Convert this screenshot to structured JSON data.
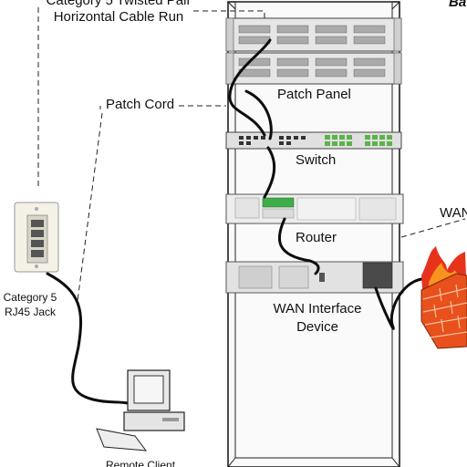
{
  "labels": {
    "cable_run_line1": "Category 5 Twisted Pair",
    "cable_run_line2": "Horizontal Cable Run",
    "patch_cord": "Patch Cord",
    "patch_panel": "Patch Panel",
    "switch": "Switch",
    "router": "Router",
    "wan_interface_line1": "WAN Interface",
    "wan_interface_line2": "Device",
    "jack_line1": "Category 5",
    "jack_line2": "RJ45 Jack",
    "wan_partial": "WAN",
    "client_partial": "Remote Client",
    "corner_partial": "Ba"
  },
  "colors": {
    "line": "#111111",
    "rack_gray": "#d8d8d8",
    "switch_port_green": "#5bb34a",
    "router_panel_green": "#3fae4a",
    "fire_red": "#e8331c",
    "fire_orange": "#f7941d",
    "brick": "#e8501c"
  },
  "icons": {
    "rack": "rack-cabinet-icon",
    "wall_jack": "rj45-wall-jack-icon",
    "computer": "desktop-computer-icon",
    "firewall": "firewall-icon"
  }
}
